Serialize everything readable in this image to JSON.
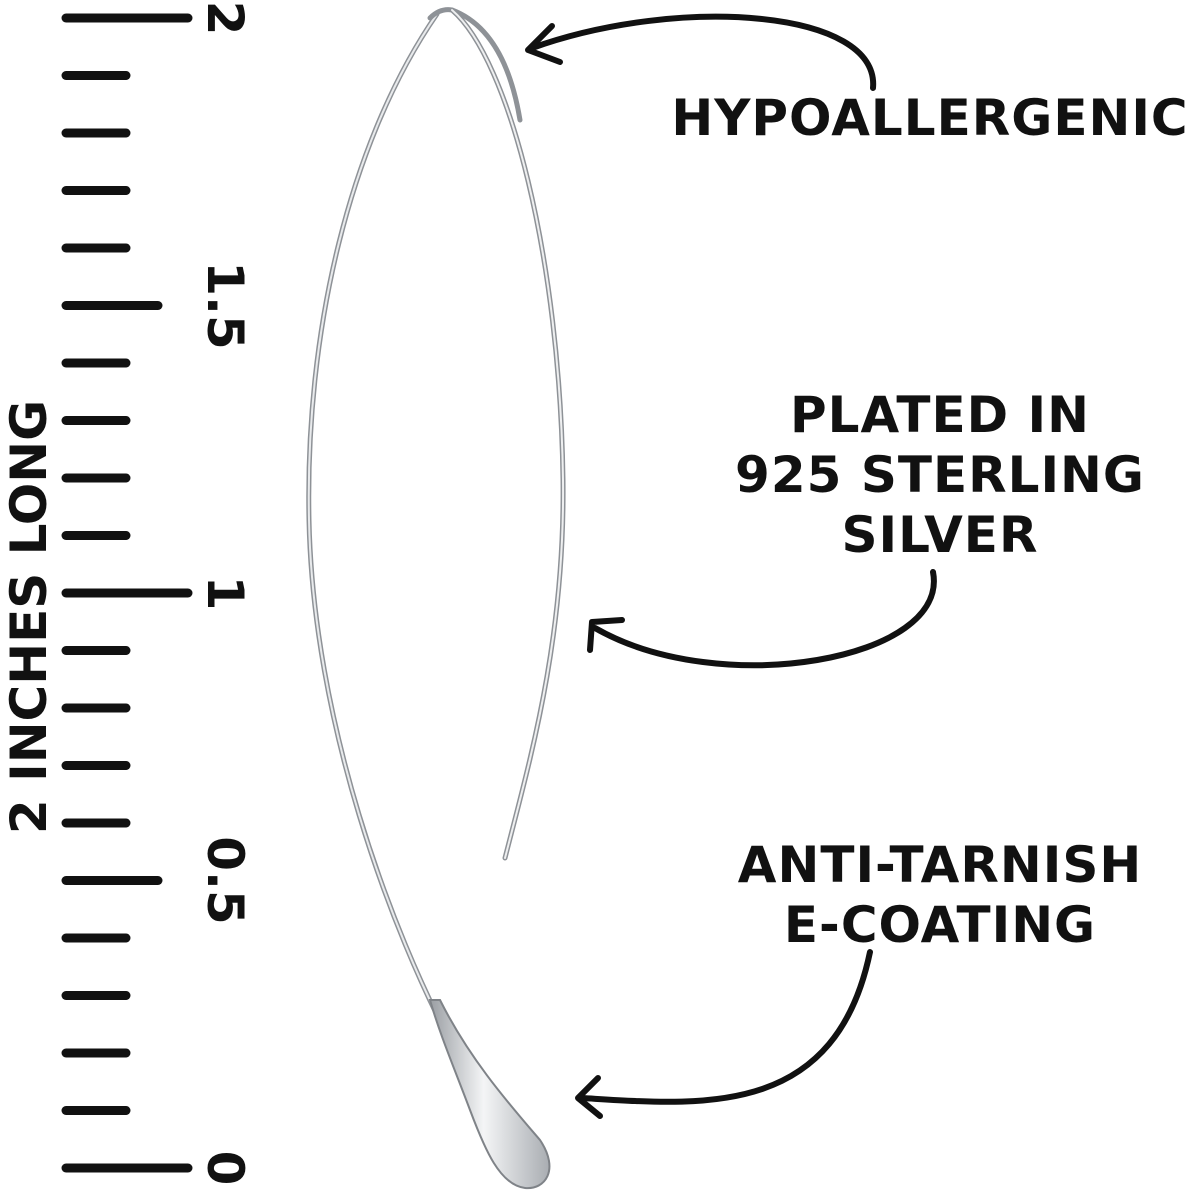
{
  "ruler": {
    "side_label": "2 INCHES LONG",
    "ticks": [
      "0",
      "0.5",
      "1",
      "1.5",
      "2"
    ]
  },
  "callouts": {
    "hypoallergenic": [
      "HYPOALLERGENIC"
    ],
    "plated": [
      "PLATED IN",
      "925 STERLING",
      "SILVER"
    ],
    "coating": [
      "ANTI-TARNISH",
      "E-COATING"
    ]
  },
  "colors": {
    "ink": "#111111",
    "silver": "#bfc2c6",
    "background": "#ffffff"
  }
}
